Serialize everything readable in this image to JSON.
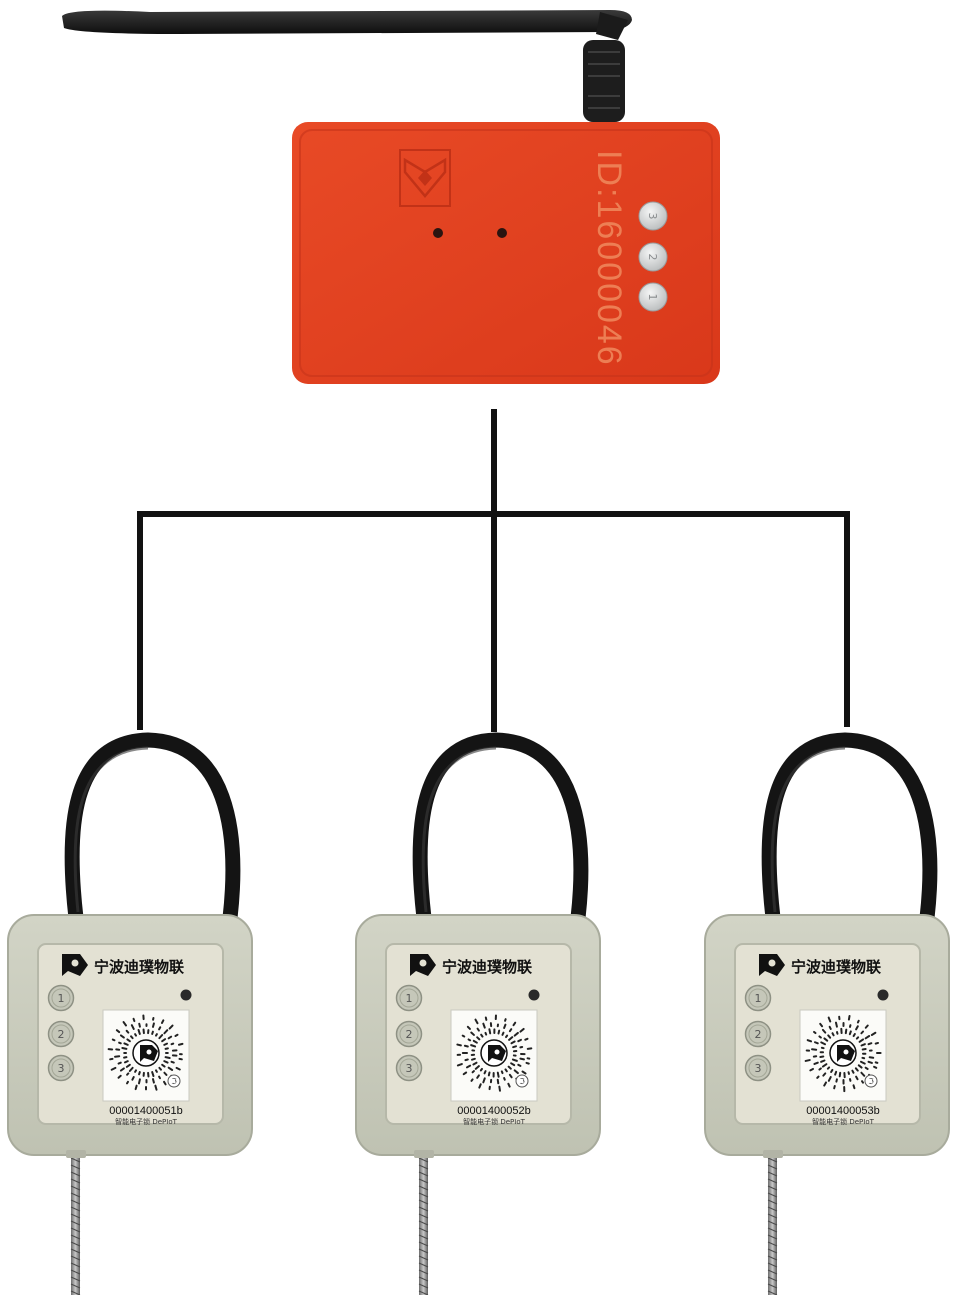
{
  "hub": {
    "id_label": "ID:16000046",
    "buttons": [
      "3",
      "2",
      "1"
    ],
    "color": "#e3401f"
  },
  "locks": [
    {
      "brand": "宁波迪璞物联",
      "buttons": [
        "1",
        "2",
        "3"
      ],
      "serial": "00001400051b",
      "footer": "智能电子锁 DePIoT"
    },
    {
      "brand": "宁波迪璞物联",
      "buttons": [
        "1",
        "2",
        "3"
      ],
      "serial": "00001400052b",
      "footer": "智能电子锁 DePIoT"
    },
    {
      "brand": "宁波迪璞物联",
      "buttons": [
        "1",
        "2",
        "3"
      ],
      "serial": "00001400053b",
      "footer": "智能电子锁 DePIoT"
    }
  ],
  "colors": {
    "connector": "#111111",
    "lock_body": "#c9ccbd",
    "lock_face": "#e3e1d3",
    "cable": "#1a1a1a"
  }
}
